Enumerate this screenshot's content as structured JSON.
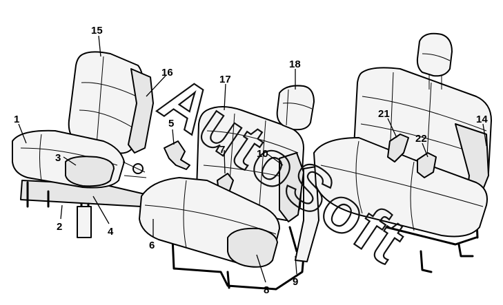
{
  "watermark": "AutoSoft",
  "callouts": {
    "c1": "1",
    "c2": "2",
    "c3": "3",
    "c4": "4",
    "c5": "5",
    "c6": "6",
    "c7": "7",
    "c8": "8",
    "c9": "9",
    "c10": "10",
    "c14": "14",
    "c15": "15",
    "c16": "16",
    "c17": "17",
    "c18": "18",
    "c21": "21",
    "c22": "22"
  }
}
